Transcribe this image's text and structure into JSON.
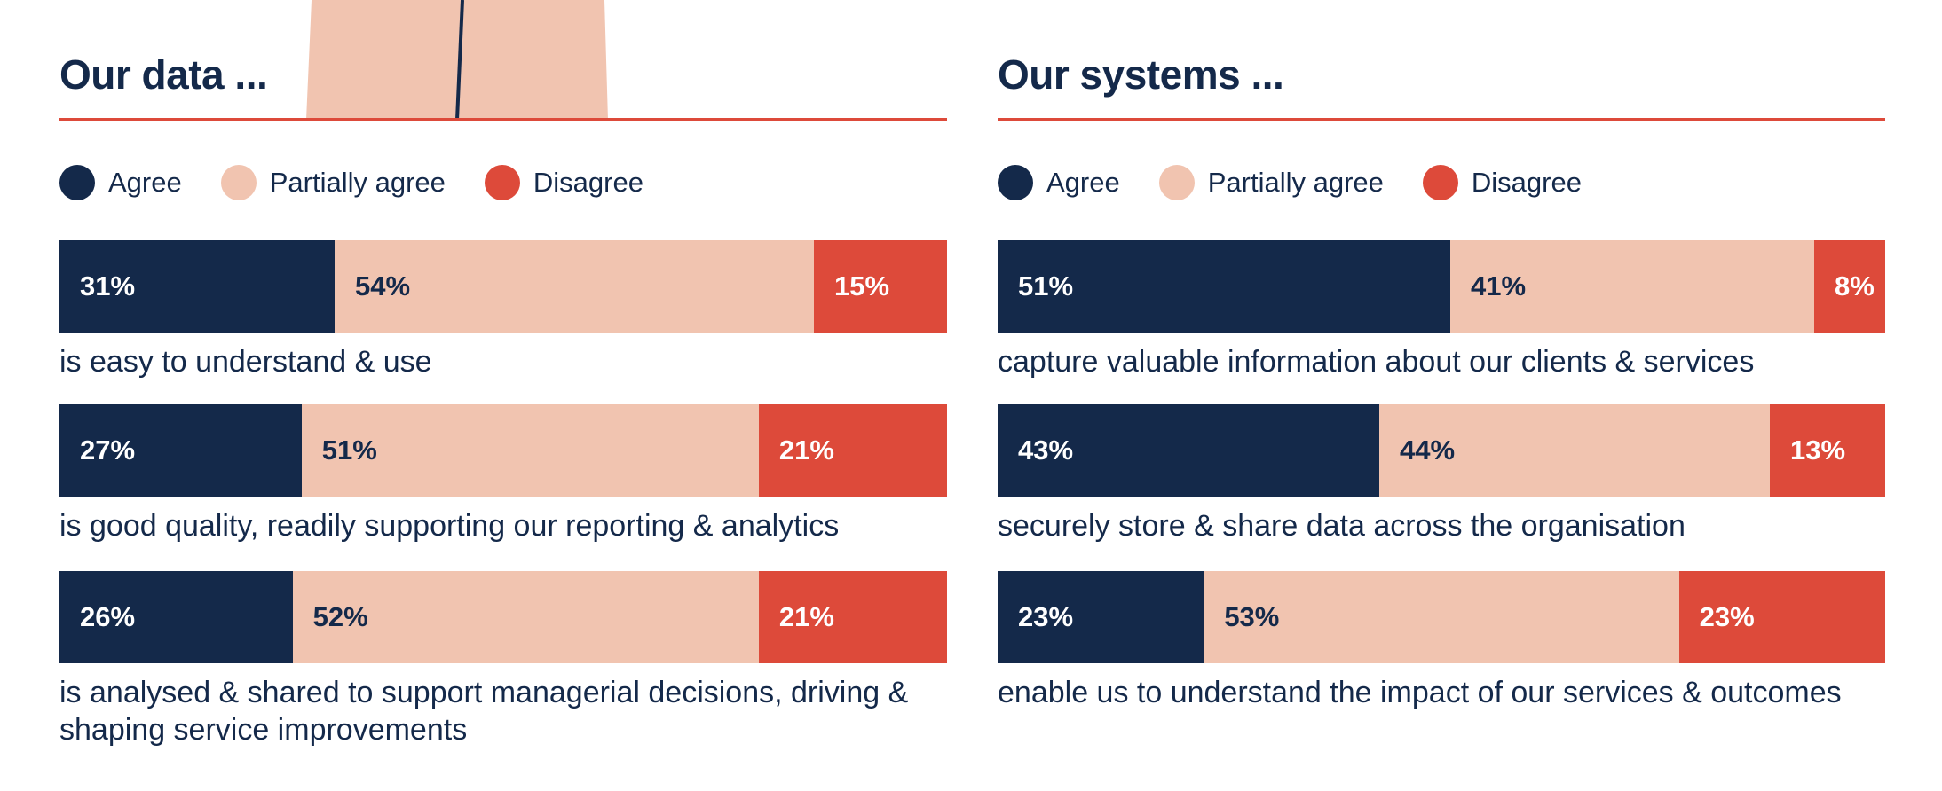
{
  "colors": {
    "agree": "#14294a",
    "partially_agree": "#f1c4b0",
    "disagree": "#dd4a3a",
    "rule": "#dd4a3a",
    "text_dark": "#14294a",
    "text_light": "#ffffff"
  },
  "legend": [
    {
      "key": "agree",
      "label": "Agree"
    },
    {
      "key": "partially_agree",
      "label": "Partially agree"
    },
    {
      "key": "disagree",
      "label": "Disagree"
    }
  ],
  "panels": [
    {
      "title": "Our data ...",
      "rows": [
        {
          "caption": "is easy to understand & use",
          "values": [
            31,
            54,
            15
          ],
          "labels": [
            "31%",
            "54%",
            "15%"
          ]
        },
        {
          "caption": "is good quality, readily supporting our reporting & analytics",
          "values": [
            27,
            51,
            21
          ],
          "labels": [
            "27%",
            "51%",
            "21%"
          ]
        },
        {
          "caption": "is analysed & shared to support managerial decisions, driving & shaping service improvements",
          "values": [
            26,
            52,
            21
          ],
          "labels": [
            "26%",
            "52%",
            "21%"
          ]
        }
      ]
    },
    {
      "title": "Our systems ...",
      "rows": [
        {
          "caption": "capture valuable information about our clients & services",
          "values": [
            51,
            41,
            8
          ],
          "labels": [
            "51%",
            "41%",
            "8%"
          ]
        },
        {
          "caption": "securely store & share data across the organisation",
          "values": [
            43,
            44,
            13
          ],
          "labels": [
            "43%",
            "44%",
            "13%"
          ]
        },
        {
          "caption": "enable us to understand the impact of our services & outcomes",
          "values": [
            23,
            53,
            23
          ],
          "labels": [
            "23%",
            "53%",
            "23%"
          ]
        }
      ]
    }
  ],
  "chart_data": [
    {
      "type": "bar",
      "title": "Our data ...",
      "categories": [
        "is easy to understand & use",
        "is good quality, readily supporting our reporting & analytics",
        "is analysed & shared to support managerial decisions, driving & shaping service improvements"
      ],
      "series": [
        {
          "name": "Agree",
          "values": [
            31,
            27,
            26
          ]
        },
        {
          "name": "Partially agree",
          "values": [
            54,
            51,
            52
          ]
        },
        {
          "name": "Disagree",
          "values": [
            15,
            21,
            21
          ]
        }
      ],
      "legend": "top-left",
      "grid": false
    },
    {
      "type": "bar",
      "title": "Our systems ...",
      "categories": [
        "capture valuable information about our clients & services",
        "securely store & share data across the organisation",
        "enable us to understand the impact of our services & outcomes"
      ],
      "series": [
        {
          "name": "Agree",
          "values": [
            51,
            43,
            23
          ]
        },
        {
          "name": "Partially agree",
          "values": [
            41,
            44,
            53
          ]
        },
        {
          "name": "Disagree",
          "values": [
            8,
            13,
            23
          ]
        }
      ],
      "legend": "top-left",
      "grid": false
    }
  ]
}
